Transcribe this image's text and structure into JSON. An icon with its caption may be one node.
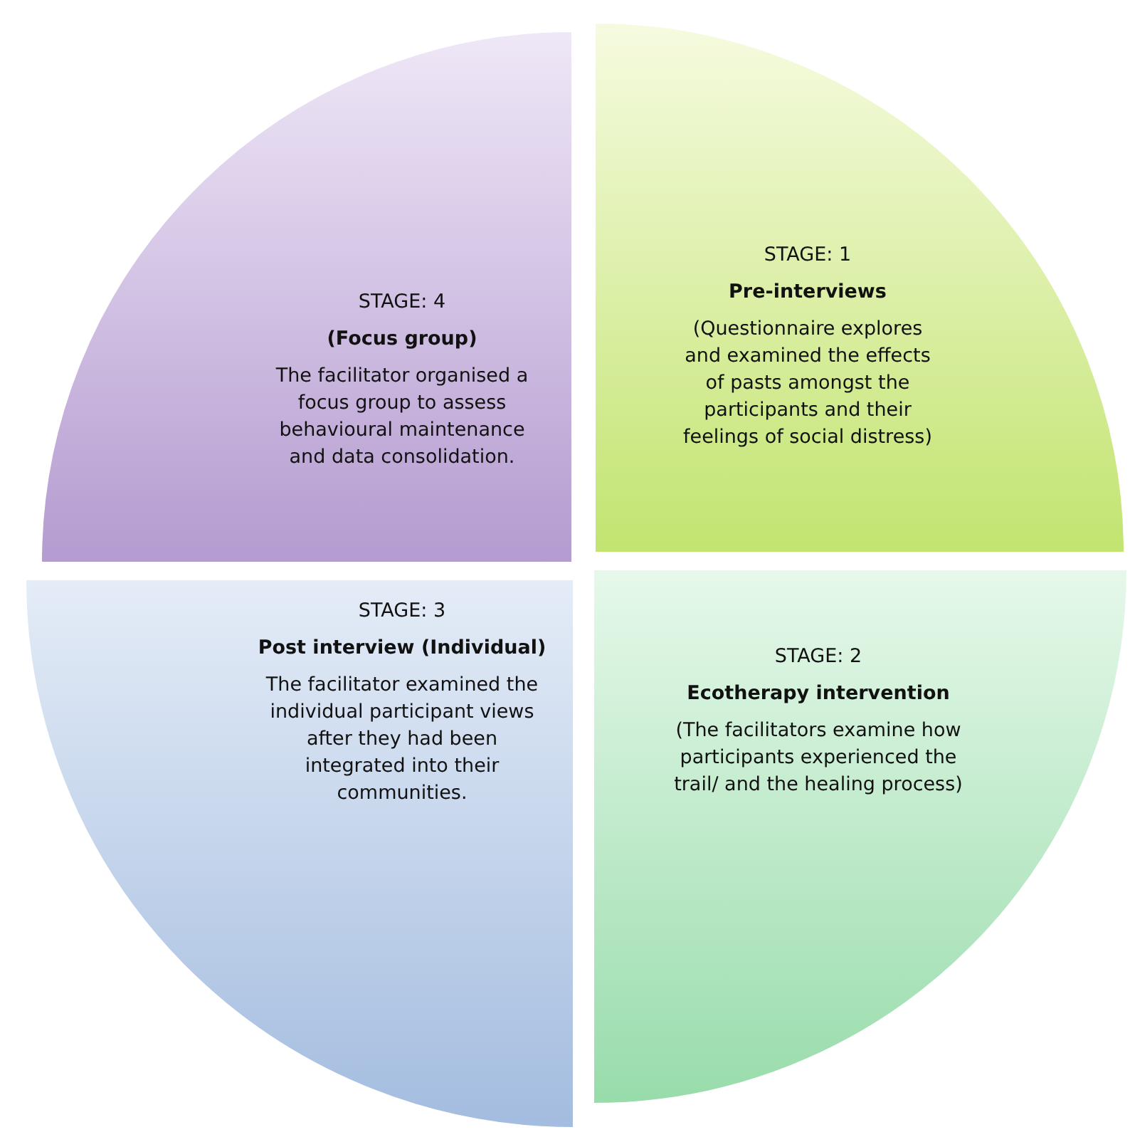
{
  "diagram": {
    "nodes": [
      {
        "text": [
          "STAGE: 4",
          "(Focus group)",
          "The facilitator organised a focus group to assess behavioural maintenance and data consolidation."
        ]
      },
      {
        "text": [
          "STAGE: 1",
          "Pre-interviews",
          "(Questionnaire explores and examined the effects of pasts amongst the participants and their feelings of social distress)"
        ]
      },
      {
        "text": [
          "STAGE: 3",
          "Post interview (Individual)",
          "The facilitator examined the individual participant views after they had been integrated into their communities."
        ]
      },
      {
        "text": [
          "STAGE: 2",
          "Ecotherapy intervention",
          "(The facilitators examine how participants experienced the trail/ and the healing process)"
        ]
      }
    ]
  }
}
